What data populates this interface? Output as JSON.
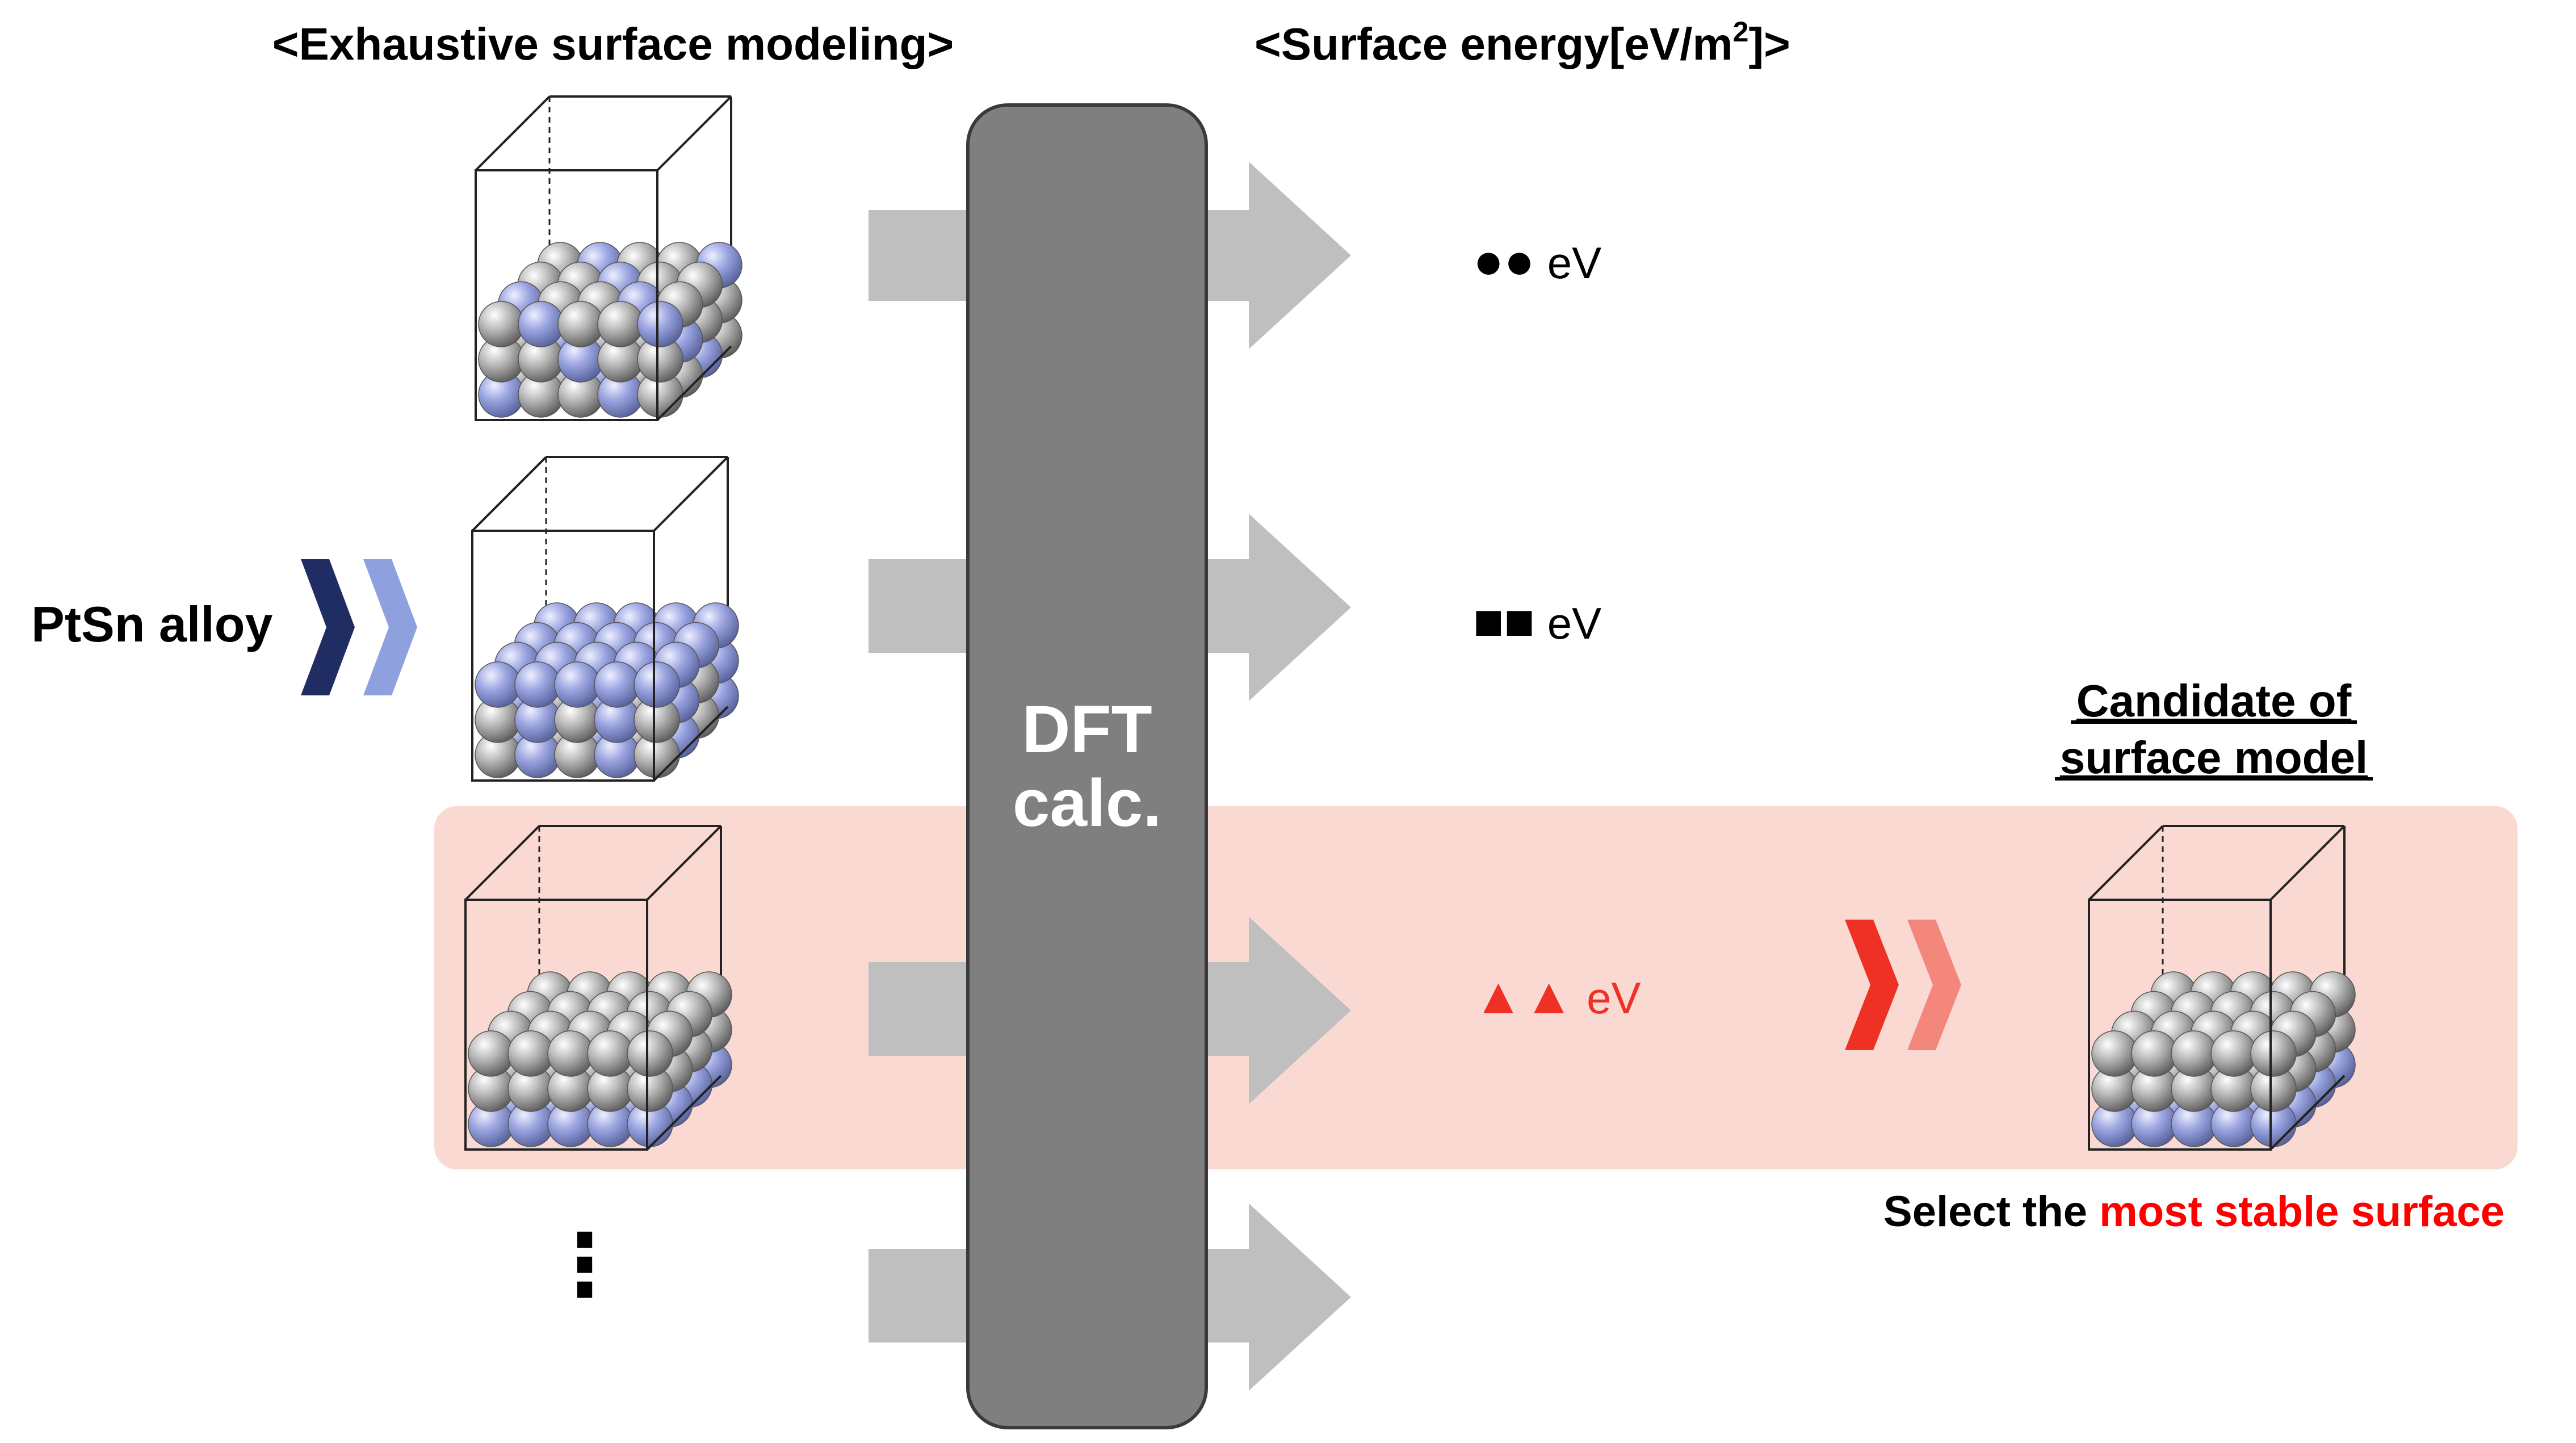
{
  "headers": {
    "left": "<Exhaustive surface modeling>",
    "right_main": "<Surface energy[eV/m",
    "right_sup": "2",
    "right_end": "]>"
  },
  "input": {
    "label": "PtSn alloy"
  },
  "calc": {
    "line1": "DFT",
    "line2": "calc."
  },
  "energies": [
    {
      "symbol": "●●",
      "unit": "eV",
      "highlight": false
    },
    {
      "symbol": "■■",
      "unit": "eV",
      "highlight": false
    },
    {
      "symbol": "▲▲",
      "unit": "eV",
      "highlight": true
    }
  ],
  "ellipsis": "⋮",
  "candidate": {
    "line1": "Candidate of",
    "line2": "surface model"
  },
  "selection": {
    "prefix": "Select the",
    "emphasis": "most stable surface"
  },
  "colors": {
    "pt_atom": "#a9a9a9",
    "sn_atom": "#9aa4e0",
    "dft_bar": "#7f7f7f",
    "arrow": "#bfbfbf",
    "highlight_band": "#fbd9d3",
    "accent_red": "#ee3124",
    "accent_red_light": "#f4877c",
    "navy_chevron": "#1f2d63",
    "light_chevron": "#8fa0df",
    "emphasis_text": "#ff0000"
  }
}
